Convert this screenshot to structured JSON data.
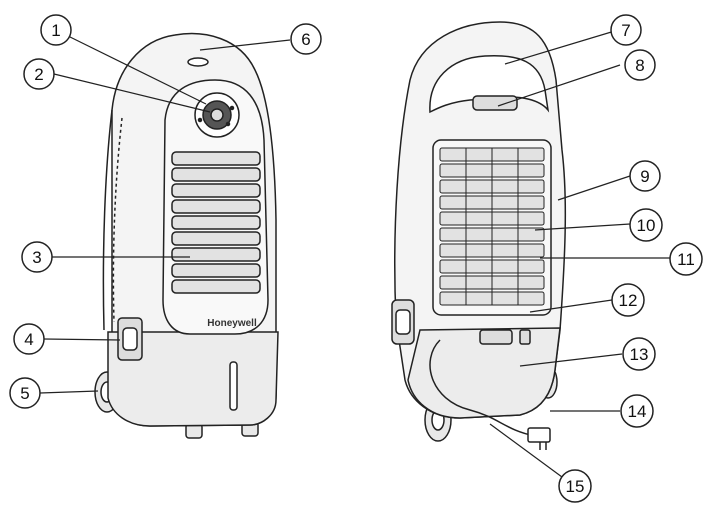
{
  "brand": "Honeywell",
  "callouts": [
    {
      "number": "1"
    },
    {
      "number": "2"
    },
    {
      "number": "3"
    },
    {
      "number": "4"
    },
    {
      "number": "5"
    },
    {
      "number": "6"
    },
    {
      "number": "7"
    },
    {
      "number": "8"
    },
    {
      "number": "9"
    },
    {
      "number": "10"
    },
    {
      "number": "11"
    },
    {
      "number": "12"
    },
    {
      "number": "13"
    },
    {
      "number": "14"
    },
    {
      "number": "15"
    }
  ],
  "colors": {
    "line": "#222222",
    "body_fill": "#f4f4f4",
    "grille_fill": "#e2e2e2",
    "shadow": "#d6d6d6"
  }
}
